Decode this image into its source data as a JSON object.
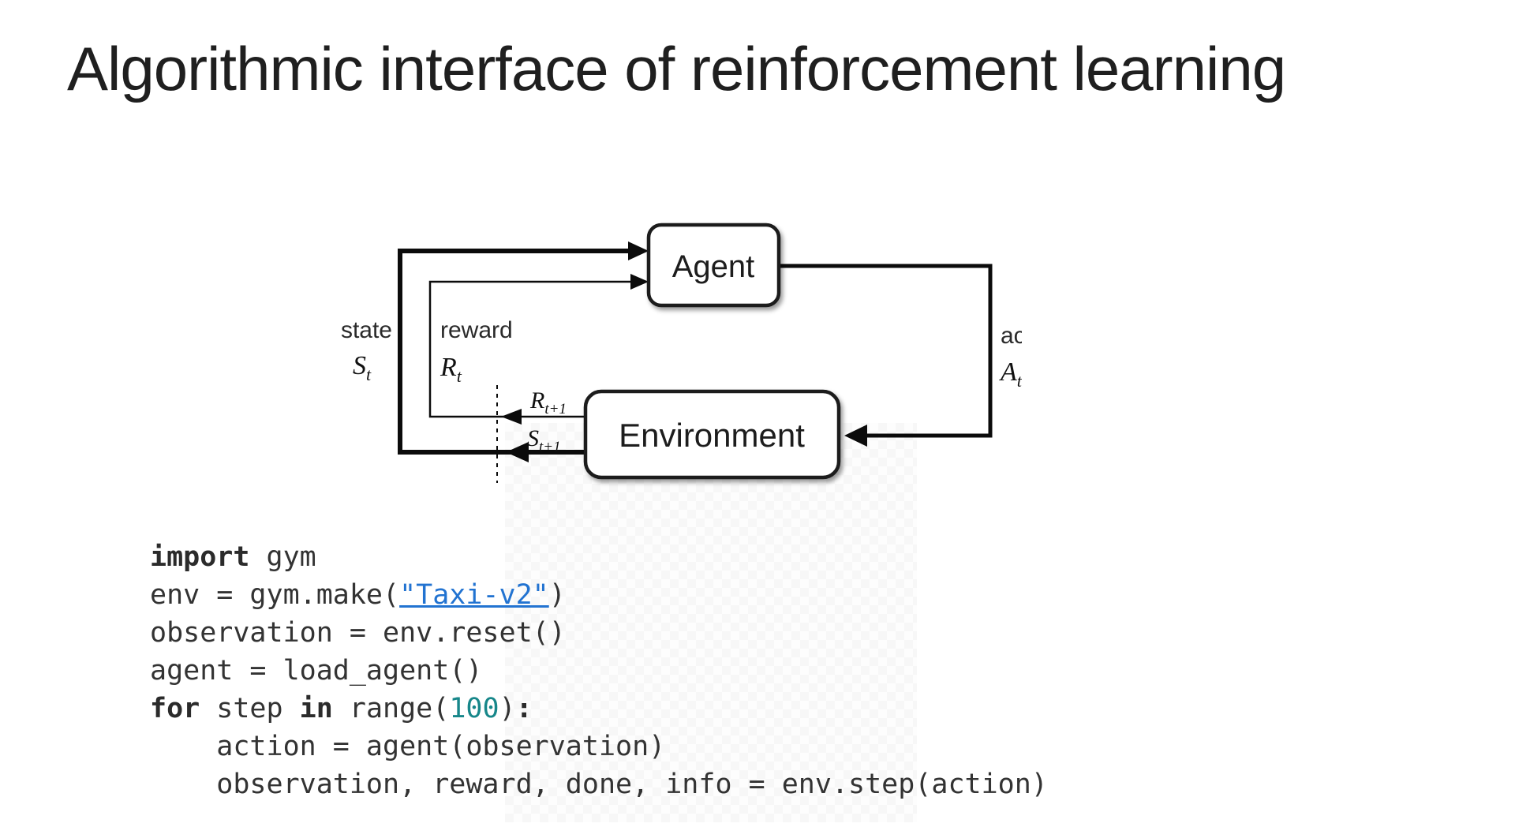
{
  "slide": {
    "title": "Algorithmic interface of reinforcement learning"
  },
  "diagram": {
    "agent_label": "Agent",
    "environment_label": "Environment",
    "state_label": "state",
    "state_symbol": "S",
    "state_sub": "t",
    "reward_label": "reward",
    "reward_symbol": "R",
    "reward_sub": "t",
    "action_label": "action",
    "action_symbol": "A",
    "action_sub": "t",
    "next_reward_symbol": "R",
    "next_reward_sub": "t+1",
    "next_state_symbol": "S",
    "next_state_sub": "t+1"
  },
  "code": {
    "l1": {
      "kw": "import",
      "rest": " gym"
    },
    "l2": {
      "pre": "env = gym.make(",
      "link": "\"Taxi-v2\"",
      "post": ")"
    },
    "l3": {
      "text": "observation = env.reset()"
    },
    "l4": {
      "text": "agent = load_agent()"
    },
    "l5": {
      "kw1": "for",
      "t1": " step ",
      "kw2": "in",
      "t2": " range(",
      "num": "100",
      "p1": ")",
      "colon": ":"
    },
    "l6": {
      "text": "    action = agent(observation)"
    },
    "l7": {
      "text": "    observation, reward, done, info = env.step(action)"
    }
  },
  "colors": {
    "title_text": "#1f1f1f",
    "diagram_line": "#0b0b0b",
    "code_text": "#333333",
    "code_number_teal": "#17878a",
    "code_link_blue": "#2273d1",
    "checker_light": "#fdfdfd",
    "checker_dark": "#f2f2f2"
  }
}
